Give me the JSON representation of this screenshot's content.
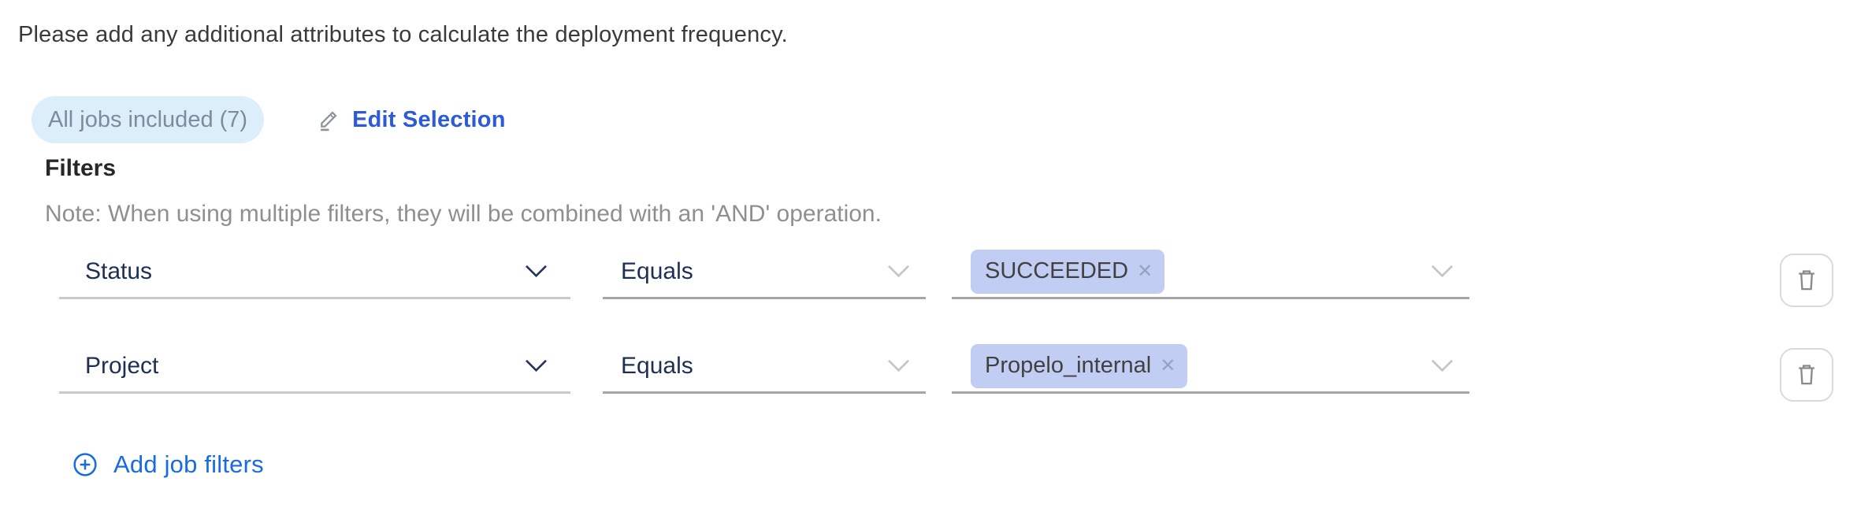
{
  "page": {
    "instruction": "Please add any additional attributes to calculate the deployment frequency."
  },
  "selection": {
    "badge": "All jobs included (7)",
    "edit_label": "Edit Selection"
  },
  "filters": {
    "heading": "Filters",
    "note": "Note: When using multiple filters, they will be combined with an 'AND' operation.",
    "rows": [
      {
        "attribute": "Status",
        "operator": "Equals",
        "values": [
          {
            "label": "SUCCEEDED"
          }
        ]
      },
      {
        "attribute": "Project",
        "operator": "Equals",
        "values": [
          {
            "label": "Propelo_internal"
          }
        ]
      }
    ],
    "add_label": "Add job filters"
  },
  "icons": {
    "close": "✕",
    "edit": "pencil-underline",
    "add": "plus-circle",
    "delete": "trash",
    "dropdown": "chevron-down"
  },
  "colors": {
    "edit_link_blue": "#2d5bd8",
    "add_link_blue": "#1b6be0",
    "badge_background": "#ddeefb",
    "badge_text": "#7e8b9c",
    "tag_background": "#c2cdf4",
    "tag_text": "#414141",
    "select_text_navy": "#1e2f54",
    "note_gray": "#8f8f8f",
    "underline_gray": "#a6a6a6"
  }
}
